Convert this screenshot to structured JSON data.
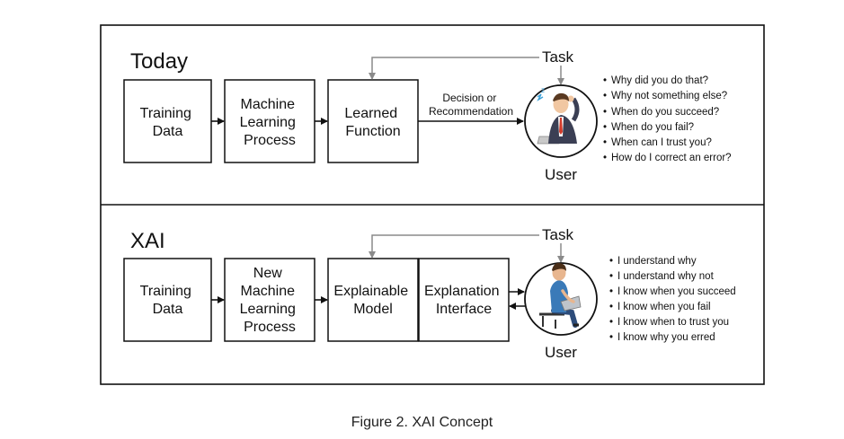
{
  "today": {
    "title": "Today",
    "boxes": {
      "training": [
        "Training",
        "Data"
      ],
      "ml_process": [
        "Machine",
        "Learning",
        "Process"
      ],
      "function": [
        "Learned",
        "Function"
      ]
    },
    "decision_label": [
      "Decision or",
      "Recommendation"
    ],
    "task_label": "Task",
    "user_label": "User",
    "questions": [
      "Why did you do that?",
      "Why not something else?",
      "When do you succeed?",
      "When do you fail?",
      "When can I trust you?",
      "How do I correct an error?"
    ]
  },
  "xai": {
    "title": "XAI",
    "boxes": {
      "training": [
        "Training",
        "Data"
      ],
      "ml_process": [
        "New",
        "Machine",
        "Learning",
        "Process"
      ],
      "model": [
        "Explainable",
        "Model"
      ],
      "interface": [
        "Explanation",
        "Interface"
      ]
    },
    "task_label": "Task",
    "user_label": "User",
    "statements": [
      "I understand why",
      "I understand why not",
      "I know when you succeed",
      "I know when you fail",
      "I know when to trust you",
      "I know why you erred"
    ]
  },
  "caption": "Figure 2. XAI Concept",
  "colors": {
    "stroke": "#111111",
    "task_line": "#8a8a8a",
    "user_circle_fill": "#ffffff"
  },
  "icons": {
    "today_user": "stressed-businessman-icon",
    "xai_user": "relaxed-user-with-laptop-icon"
  }
}
